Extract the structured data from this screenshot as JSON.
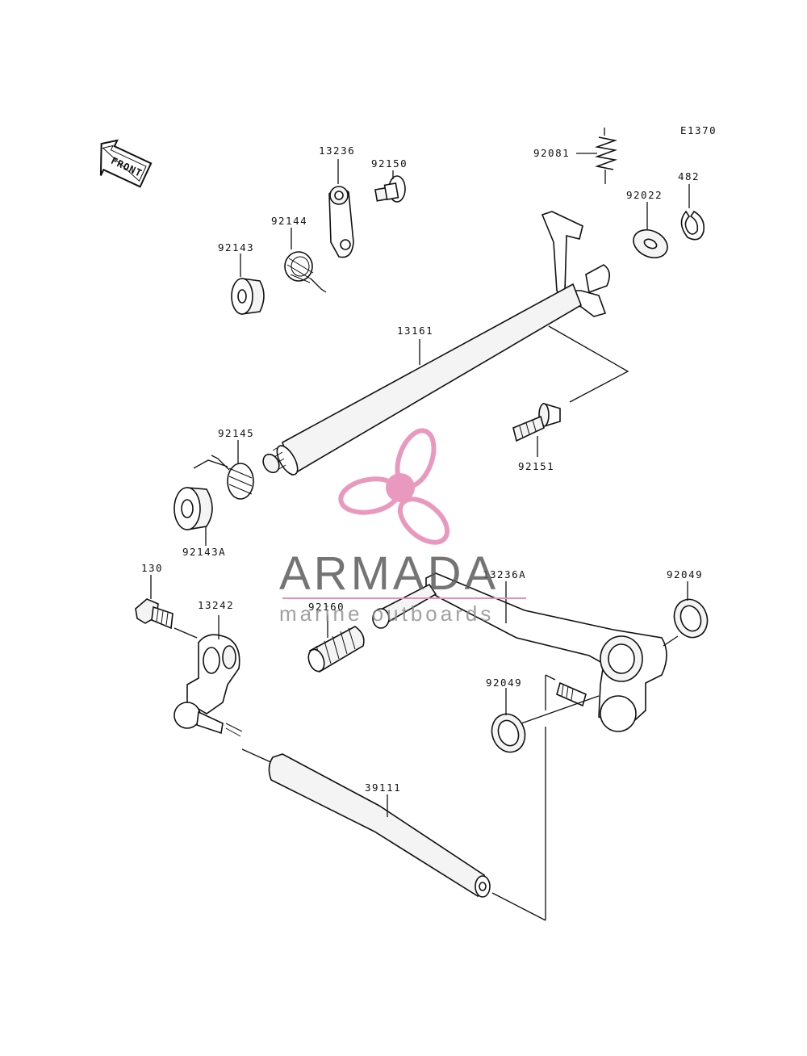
{
  "diagram": {
    "code": "E1370",
    "front_label": "FRONT",
    "watermark": {
      "title": "ARMADA",
      "subtitle": "marine outboards",
      "accent_color": "#e88fb8",
      "text_color": "#5c5c5c"
    },
    "parts": {
      "p13236": "13236",
      "p92150": "92150",
      "p92081": "92081",
      "p482": "482",
      "p92022": "92022",
      "p92144": "92144",
      "p92143": "92143",
      "p13161": "13161",
      "p92145": "92145",
      "p92151": "92151",
      "p92143A": "92143A",
      "p130": "130",
      "p13242": "13242",
      "p13236A": "13236A",
      "p92049a": "92049",
      "p92160": "92160",
      "p92049b": "92049",
      "p39111": "39111"
    }
  }
}
